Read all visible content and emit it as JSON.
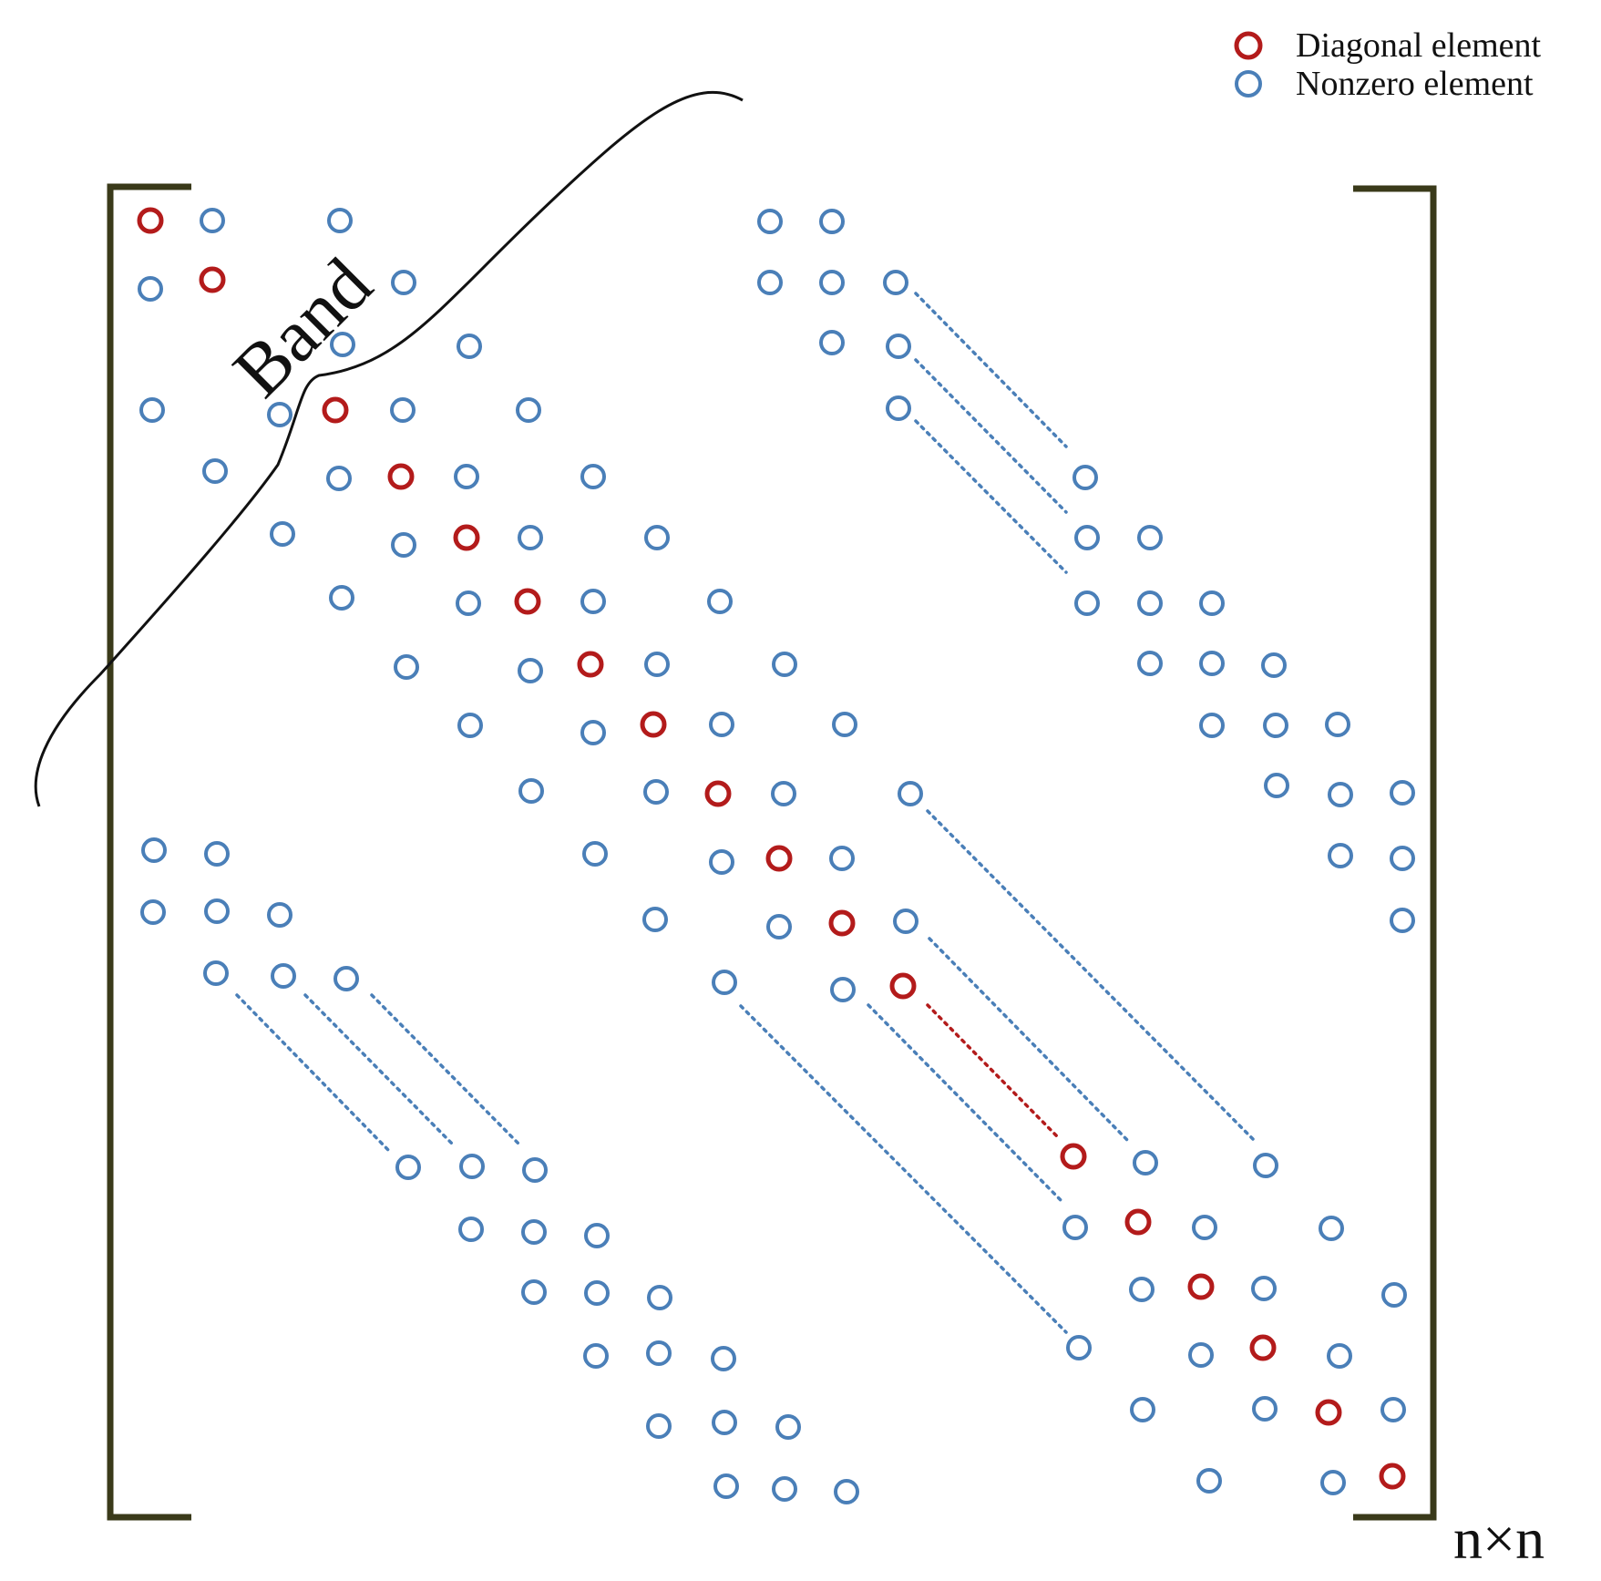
{
  "legend": {
    "diagonal_label": "Diagonal element",
    "nonzero_label": "Nonzero element"
  },
  "band_label": "Band",
  "size_label": "n×n",
  "colors": {
    "diagonal": "#b31b1b",
    "nonzero": "#4a7fb8",
    "bracket": "#3a3a1a",
    "text": "#111111"
  },
  "icons": {
    "diagonal": "red-circle-marker",
    "nonzero": "blue-circle-marker"
  }
}
